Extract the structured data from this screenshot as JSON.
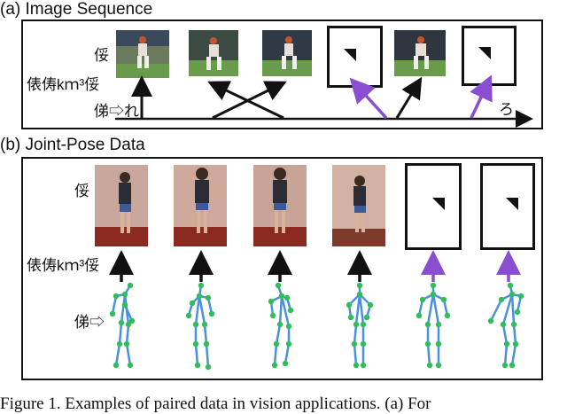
{
  "colors": {
    "black": "#111111",
    "purple": "#8a4fd1",
    "joint": "#2fbf5a",
    "bone": "#4a90e2"
  },
  "panel_a": {
    "title": "(a) Image Sequence",
    "label_row1": "俀",
    "label_row2": "俵俦kｍ³俀",
    "label_row3": "俤⇨れ",
    "axis_end_label": "ろ",
    "frames": [
      {
        "kind": "photo"
      },
      {
        "kind": "photo"
      },
      {
        "kind": "photo"
      },
      {
        "kind": "blank"
      },
      {
        "kind": "photo"
      },
      {
        "kind": "blank"
      }
    ]
  },
  "panel_b": {
    "title": "(b) Joint-Pose Data",
    "label_row1": "俀",
    "label_row2": "俵俦kｍ³俀",
    "label_row3": "俤⇨",
    "frames": [
      {
        "kind": "photo"
      },
      {
        "kind": "photo"
      },
      {
        "kind": "photo"
      },
      {
        "kind": "photo"
      },
      {
        "kind": "blank"
      },
      {
        "kind": "blank"
      }
    ]
  },
  "caption": "Figure 1. Examples of paired data in vision applications. (a) For"
}
